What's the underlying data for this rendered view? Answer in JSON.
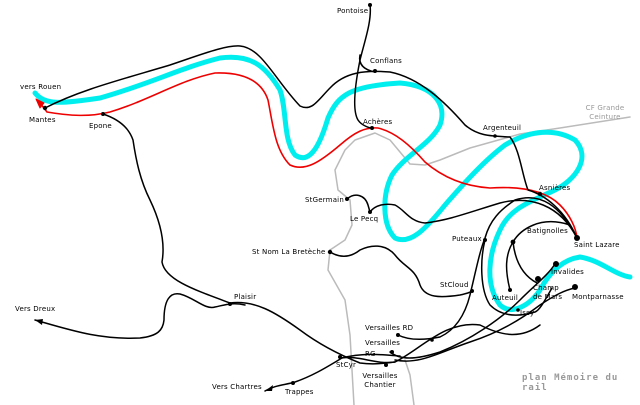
{
  "colors": {
    "seine": "#00eeee",
    "historic_line": "#ee0000",
    "rail": "#000000",
    "grande_ceinture": "#bbbbbb"
  },
  "stations": {
    "pontoise": "Pontoise",
    "conflans": "Conflans",
    "vers_rouen": "vers Rouen",
    "mantes": "Mantes",
    "epone": "Epone",
    "acheres": "Achères",
    "argenteuil": "Argenteuil",
    "asnieres": "Asnières",
    "st_germain": "StGermain",
    "le_pecq": "Le Pecq",
    "batignolles": "Batignolles",
    "saint_lazare": "Saint Lazare",
    "puteaux": "Puteaux",
    "st_nom": "St Nom La Bretèche",
    "invalides": "Invalides",
    "champ_de_mars": "Champ de Mars",
    "st_cloud": "StCloud",
    "auteuil": "Auteuil",
    "montparnasse": "Montparnasse",
    "vers_dreux": "Vers Dreux",
    "plaisir": "Plaisir",
    "issy": "Issy",
    "versailles_rd": "Versailles RD",
    "versailles_rg": "Versailles RG",
    "st_cyr": "StCyr",
    "versailles_chantier": "Versailles Chantier",
    "vers_chartres": "Vers Chartres",
    "trappes": "Trappes"
  },
  "grande_ceinture_label": "CF Grande Ceinture",
  "credit": "plan Mémoire du rail"
}
